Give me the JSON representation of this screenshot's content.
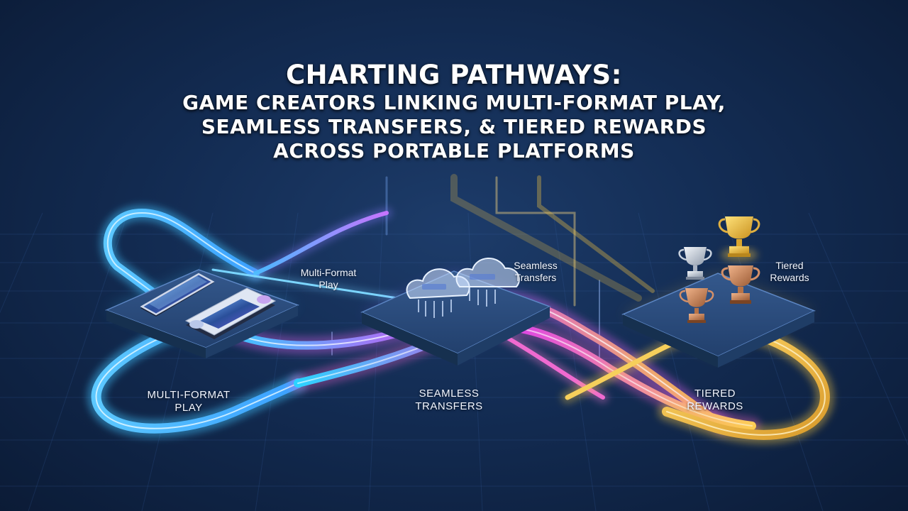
{
  "title": {
    "line1": "Charting Pathways:",
    "line2": "Game Creators Linking Multi-Format Play,",
    "line3": "Seamless Transfers, & Tiered Rewards",
    "line4": "Across Portable Platforms"
  },
  "platforms": {
    "devices": {
      "label": "Multi-Format\nPlay",
      "icons": [
        "smartphone-icon",
        "handheld-console-icon"
      ]
    },
    "cloud": {
      "label": "Seamless\nTransfers",
      "icons": [
        "cloud-icon",
        "cloud-icon"
      ]
    },
    "rewards": {
      "label": "Tiered\nRewards",
      "icons": [
        "gold-trophy-icon",
        "silver-trophy-icon",
        "bronze-trophy-icon",
        "bronze-trophy-icon"
      ]
    }
  },
  "path_labels": {
    "play": "Multi-Format\nPlay",
    "transfers": "Seamless\nTransfers",
    "rewards": "Tiered\nRewards"
  },
  "colors": {
    "background": "#132c53",
    "path_blue": "#3fc4ff",
    "path_magenta": "#e040e8",
    "path_gold": "#f5c542",
    "platform": "#2a4a7a"
  }
}
